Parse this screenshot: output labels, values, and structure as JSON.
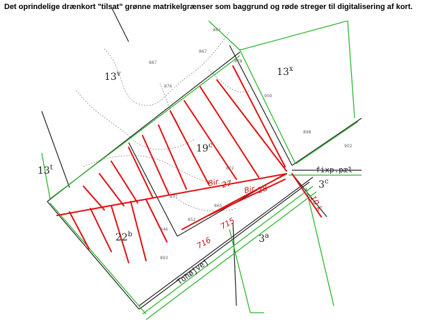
{
  "caption": "Det oprindelige drænkort \"tilsat\" grønne matrikelgrænser som baggrund og røde streger til digitalisering af kort.",
  "colors": {
    "parcel_border": "#2fb52f",
    "drain_line": "#e01010",
    "base_line": "#222222",
    "contour": "#777777"
  },
  "map": {
    "parcels": {
      "p13v": "13",
      "p13v_sup": "v",
      "p13x": "13",
      "p13x_sup": "x",
      "p13t": "13",
      "p13t_sup": "t",
      "p19c": "19",
      "p19c_sup": "c",
      "p22b": "22",
      "p22b_sup": "b",
      "p3c": "3",
      "p3c_sup": "c",
      "p3a": "3",
      "p3a_sup": "a"
    },
    "annotations": {
      "fixpoint": "fixp.pæl",
      "road": "Tohøjvej",
      "bir1": "Bir",
      "bir2": "Bir",
      "num27": "27",
      "num28": "28",
      "num715": "715",
      "num716": "716",
      "num10": "10 k"
    }
  }
}
